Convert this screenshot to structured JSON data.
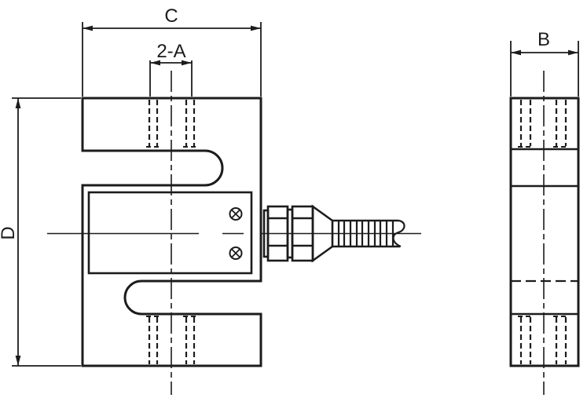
{
  "drawing": {
    "type": "engineering-drawing",
    "subject": "S-type load cell, front and side orthographic views with cable gland",
    "labels": {
      "width_top": "C",
      "mounting_holes": "2-A",
      "thickness": "B",
      "height": "D"
    },
    "colors": {
      "line": "#1c1c1c",
      "background": "#ffffff"
    }
  }
}
